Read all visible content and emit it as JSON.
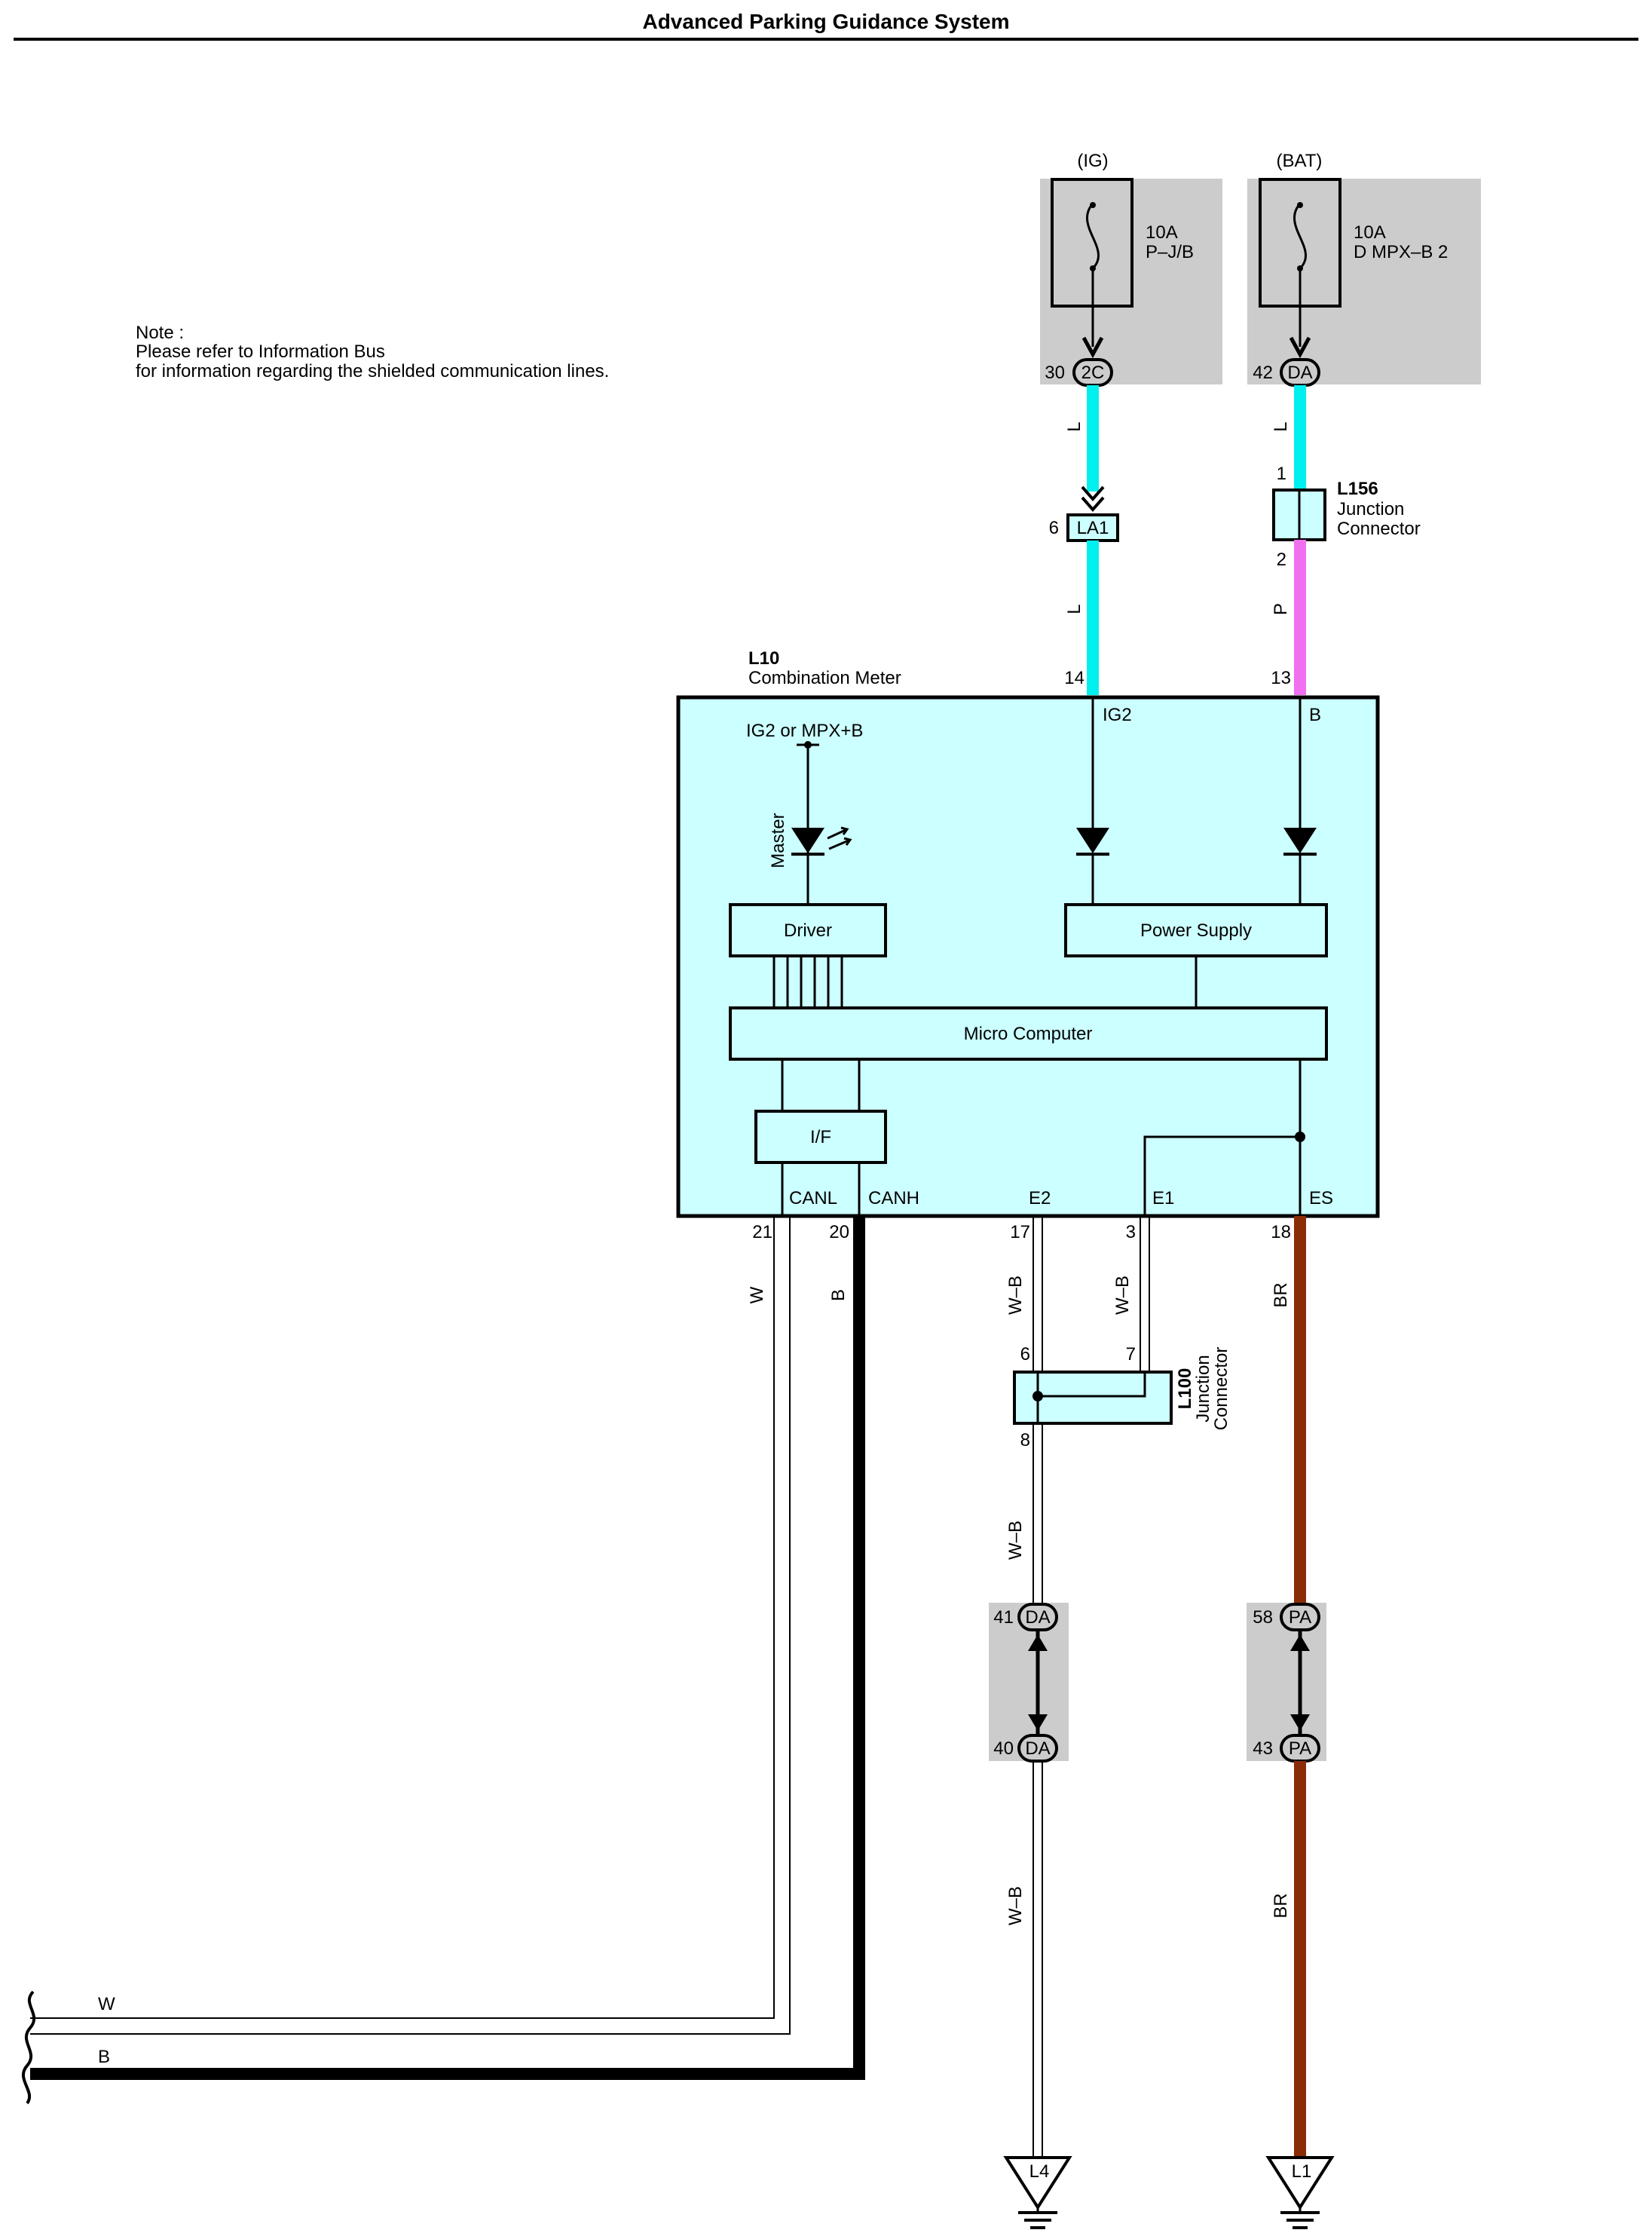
{
  "title": "Advanced Parking Guidance System",
  "note": {
    "heading": "Note :",
    "line1": "Please refer to Information Bus",
    "line2": "for information regarding the shielded communication lines."
  },
  "fuse_ig": {
    "source": "(IG)",
    "rating": "10A",
    "name": "P–J/B",
    "pin": "30",
    "connector": "2C",
    "wire_color": "L"
  },
  "fuse_bat": {
    "source": "(BAT)",
    "rating": "10A",
    "name": "D MPX–B 2",
    "pin": "42",
    "connector": "DA",
    "wire_color": "L"
  },
  "connector_la1": {
    "pin": "6",
    "label": "LA1",
    "wire_color": "L"
  },
  "junction_l156": {
    "id": "L156",
    "line1": "Junction",
    "line2": "Connector",
    "pin_in": "1",
    "pin_out": "2",
    "wire_color": "P"
  },
  "meter": {
    "id": "L10",
    "name": "Combination Meter",
    "pin_ig2": "14",
    "pin_b": "13",
    "label_ig2": "IG2",
    "label_b": "B",
    "supply_label": "IG2 or MPX+B",
    "led_label": "Master",
    "driver": "Driver",
    "power_supply": "Power Supply",
    "micro_computer": "Micro Computer",
    "interface": "I/F",
    "canl": "CANL",
    "canh": "CANH",
    "e2": "E2",
    "e1": "E1",
    "es": "ES",
    "pin_canl": "21",
    "pin_canh": "20",
    "pin_e2": "17",
    "pin_e1": "3",
    "pin_es": "18"
  },
  "wires": {
    "canl": "W",
    "canh": "B",
    "e2": "W–B",
    "e1": "W–B",
    "es": "BR",
    "ground_l4_upper": "W–B",
    "ground_l4_lower": "W–B",
    "ground_l1": "BR",
    "bus_w": "W",
    "bus_b": "B"
  },
  "junction_l100": {
    "id": "L100",
    "line1": "Junction",
    "line2": "Connector",
    "pin_6": "6",
    "pin_7": "7",
    "pin_8": "8"
  },
  "connector_da_pair": {
    "top_pin": "41",
    "top": "DA",
    "bottom_pin": "40",
    "bottom": "DA"
  },
  "connector_pa_pair": {
    "top_pin": "58",
    "top": "PA",
    "bottom_pin": "43",
    "bottom": "PA"
  },
  "grounds": {
    "left": "L4",
    "right": "L1"
  },
  "colors": {
    "wire_l": "#00f0f0",
    "wire_p": "#f070f0",
    "wire_br": "#8b2c08",
    "component_fill": "#ccffff",
    "fuse_panel": "#cccccc"
  }
}
